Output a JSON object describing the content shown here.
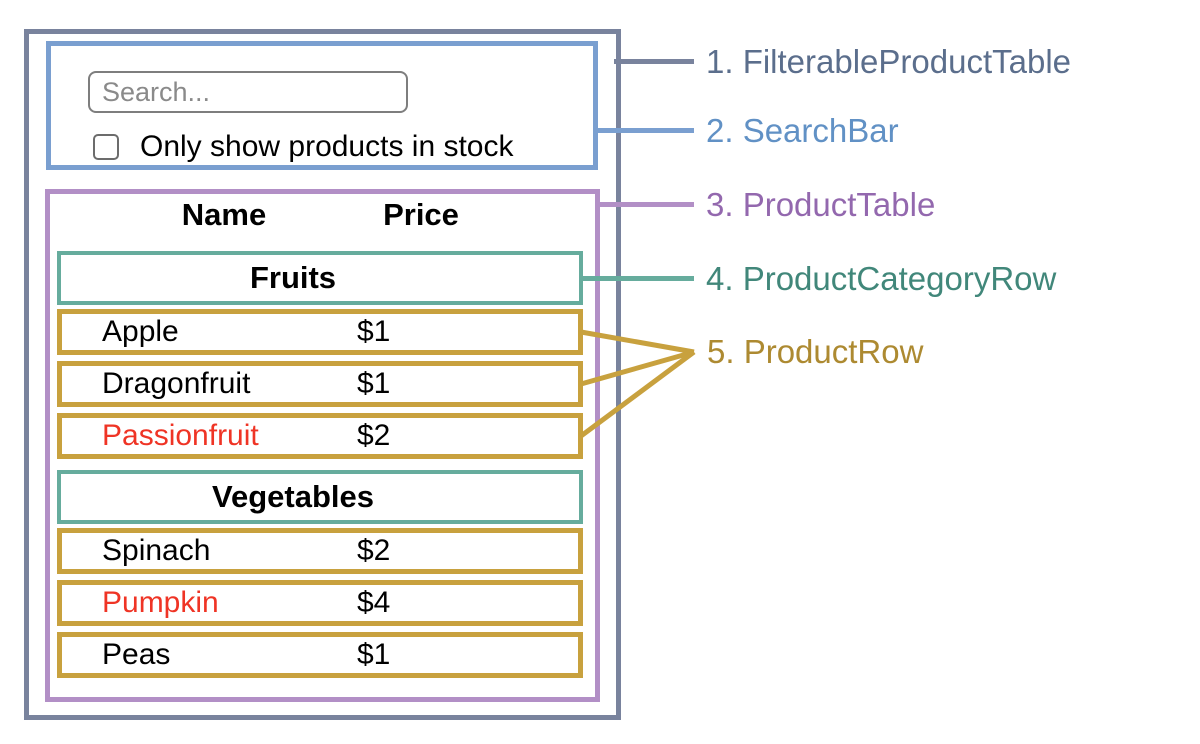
{
  "colors": {
    "slate": "#79839D",
    "slate-text": "#5B6E8C",
    "blue": "#7A9FD0",
    "blue-text": "#6191C5",
    "purple": "#B28FC6",
    "purple-text": "#9368AE",
    "teal": "#66AC9D",
    "teal-text": "#41877A",
    "gold": "#C8A13E",
    "gold-text": "#AD8A31",
    "out-of-stock": "#EF3425"
  },
  "search_bar": {
    "placeholder": "Search...",
    "checkbox_label": "Only show products in stock"
  },
  "product_table": {
    "headers": {
      "name": "Name",
      "price": "Price"
    },
    "sections": [
      {
        "category": "Fruits",
        "rows": [
          {
            "name": "Apple",
            "price": "$1",
            "name_class": ""
          },
          {
            "name": "Dragonfruit",
            "price": "$1",
            "name_class": ""
          },
          {
            "name": "Passionfruit",
            "price": "$2",
            "name_class": "out-of-stock"
          }
        ]
      },
      {
        "category": "Vegetables",
        "rows": [
          {
            "name": "Spinach",
            "price": "$2",
            "name_class": ""
          },
          {
            "name": "Pumpkin",
            "price": "$4",
            "name_class": "out-of-stock"
          },
          {
            "name": "Peas",
            "price": "$1",
            "name_class": ""
          }
        ]
      }
    ]
  },
  "legend": {
    "items": [
      {
        "text": "1. FilterableProductTable"
      },
      {
        "text": "2. SearchBar"
      },
      {
        "text": "3. ProductTable"
      },
      {
        "text": "4. ProductCategoryRow"
      },
      {
        "text": "5. ProductRow"
      }
    ]
  }
}
